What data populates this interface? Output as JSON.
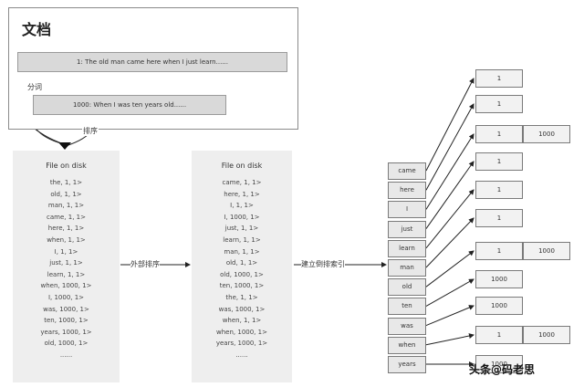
{
  "document": {
    "title": "文档",
    "line1": "1: The old man came here when I just learn......",
    "line2": "1000: When I was ten years old......",
    "label_a": "分词",
    "label_b": "排序"
  },
  "file1": {
    "title": "File on disk",
    "entries": [
      "the, 1, 1>",
      "old, 1, 1>",
      "man, 1, 1>",
      "came, 1, 1>",
      "here, 1, 1>",
      "when, 1, 1>",
      "I, 1, 1>",
      "just, 1, 1>",
      "learn, 1, 1>",
      "when, 1000, 1>",
      "I, 1000, 1>",
      "was, 1000, 1>",
      "ten, 1000, 1>",
      "years, 1000, 1>",
      "old, 1000, 1>",
      "......"
    ]
  },
  "file2": {
    "title": "File on disk",
    "entries": [
      "came, 1, 1>",
      "here, 1, 1>",
      "I, 1, 1>",
      "I, 1000, 1>",
      "just, 1, 1>",
      "learn, 1, 1>",
      "man, 1, 1>",
      "old, 1, 1>",
      "old, 1000, 1>",
      "ten, 1000, 1>",
      "the, 1, 1>",
      "was, 1000, 1>",
      "when, 1, 1>",
      "when, 1000, 1>",
      "years, 1000, 1>",
      "......"
    ]
  },
  "arrow1_label": "外部排序",
  "arrow2_label": "建立倒排索引",
  "terms": [
    "came",
    "here",
    "I",
    "just",
    "learn",
    "man",
    "old",
    "ten",
    "was",
    "when",
    "years"
  ],
  "postings": [
    {
      "cells": [
        "1"
      ]
    },
    {
      "cells": [
        "1"
      ]
    },
    {
      "cells": [
        "1",
        "1000"
      ]
    },
    {
      "cells": [
        "1"
      ]
    },
    {
      "cells": [
        "1"
      ]
    },
    {
      "cells": [
        "1"
      ]
    },
    {
      "cells": [
        "1",
        "1000"
      ]
    },
    {
      "cells": [
        "1000"
      ]
    },
    {
      "cells": [
        "1000"
      ]
    },
    {
      "cells": [
        "1",
        "1000"
      ]
    },
    {
      "cells": [
        "1000"
      ]
    }
  ],
  "watermark": "头条@码老思"
}
